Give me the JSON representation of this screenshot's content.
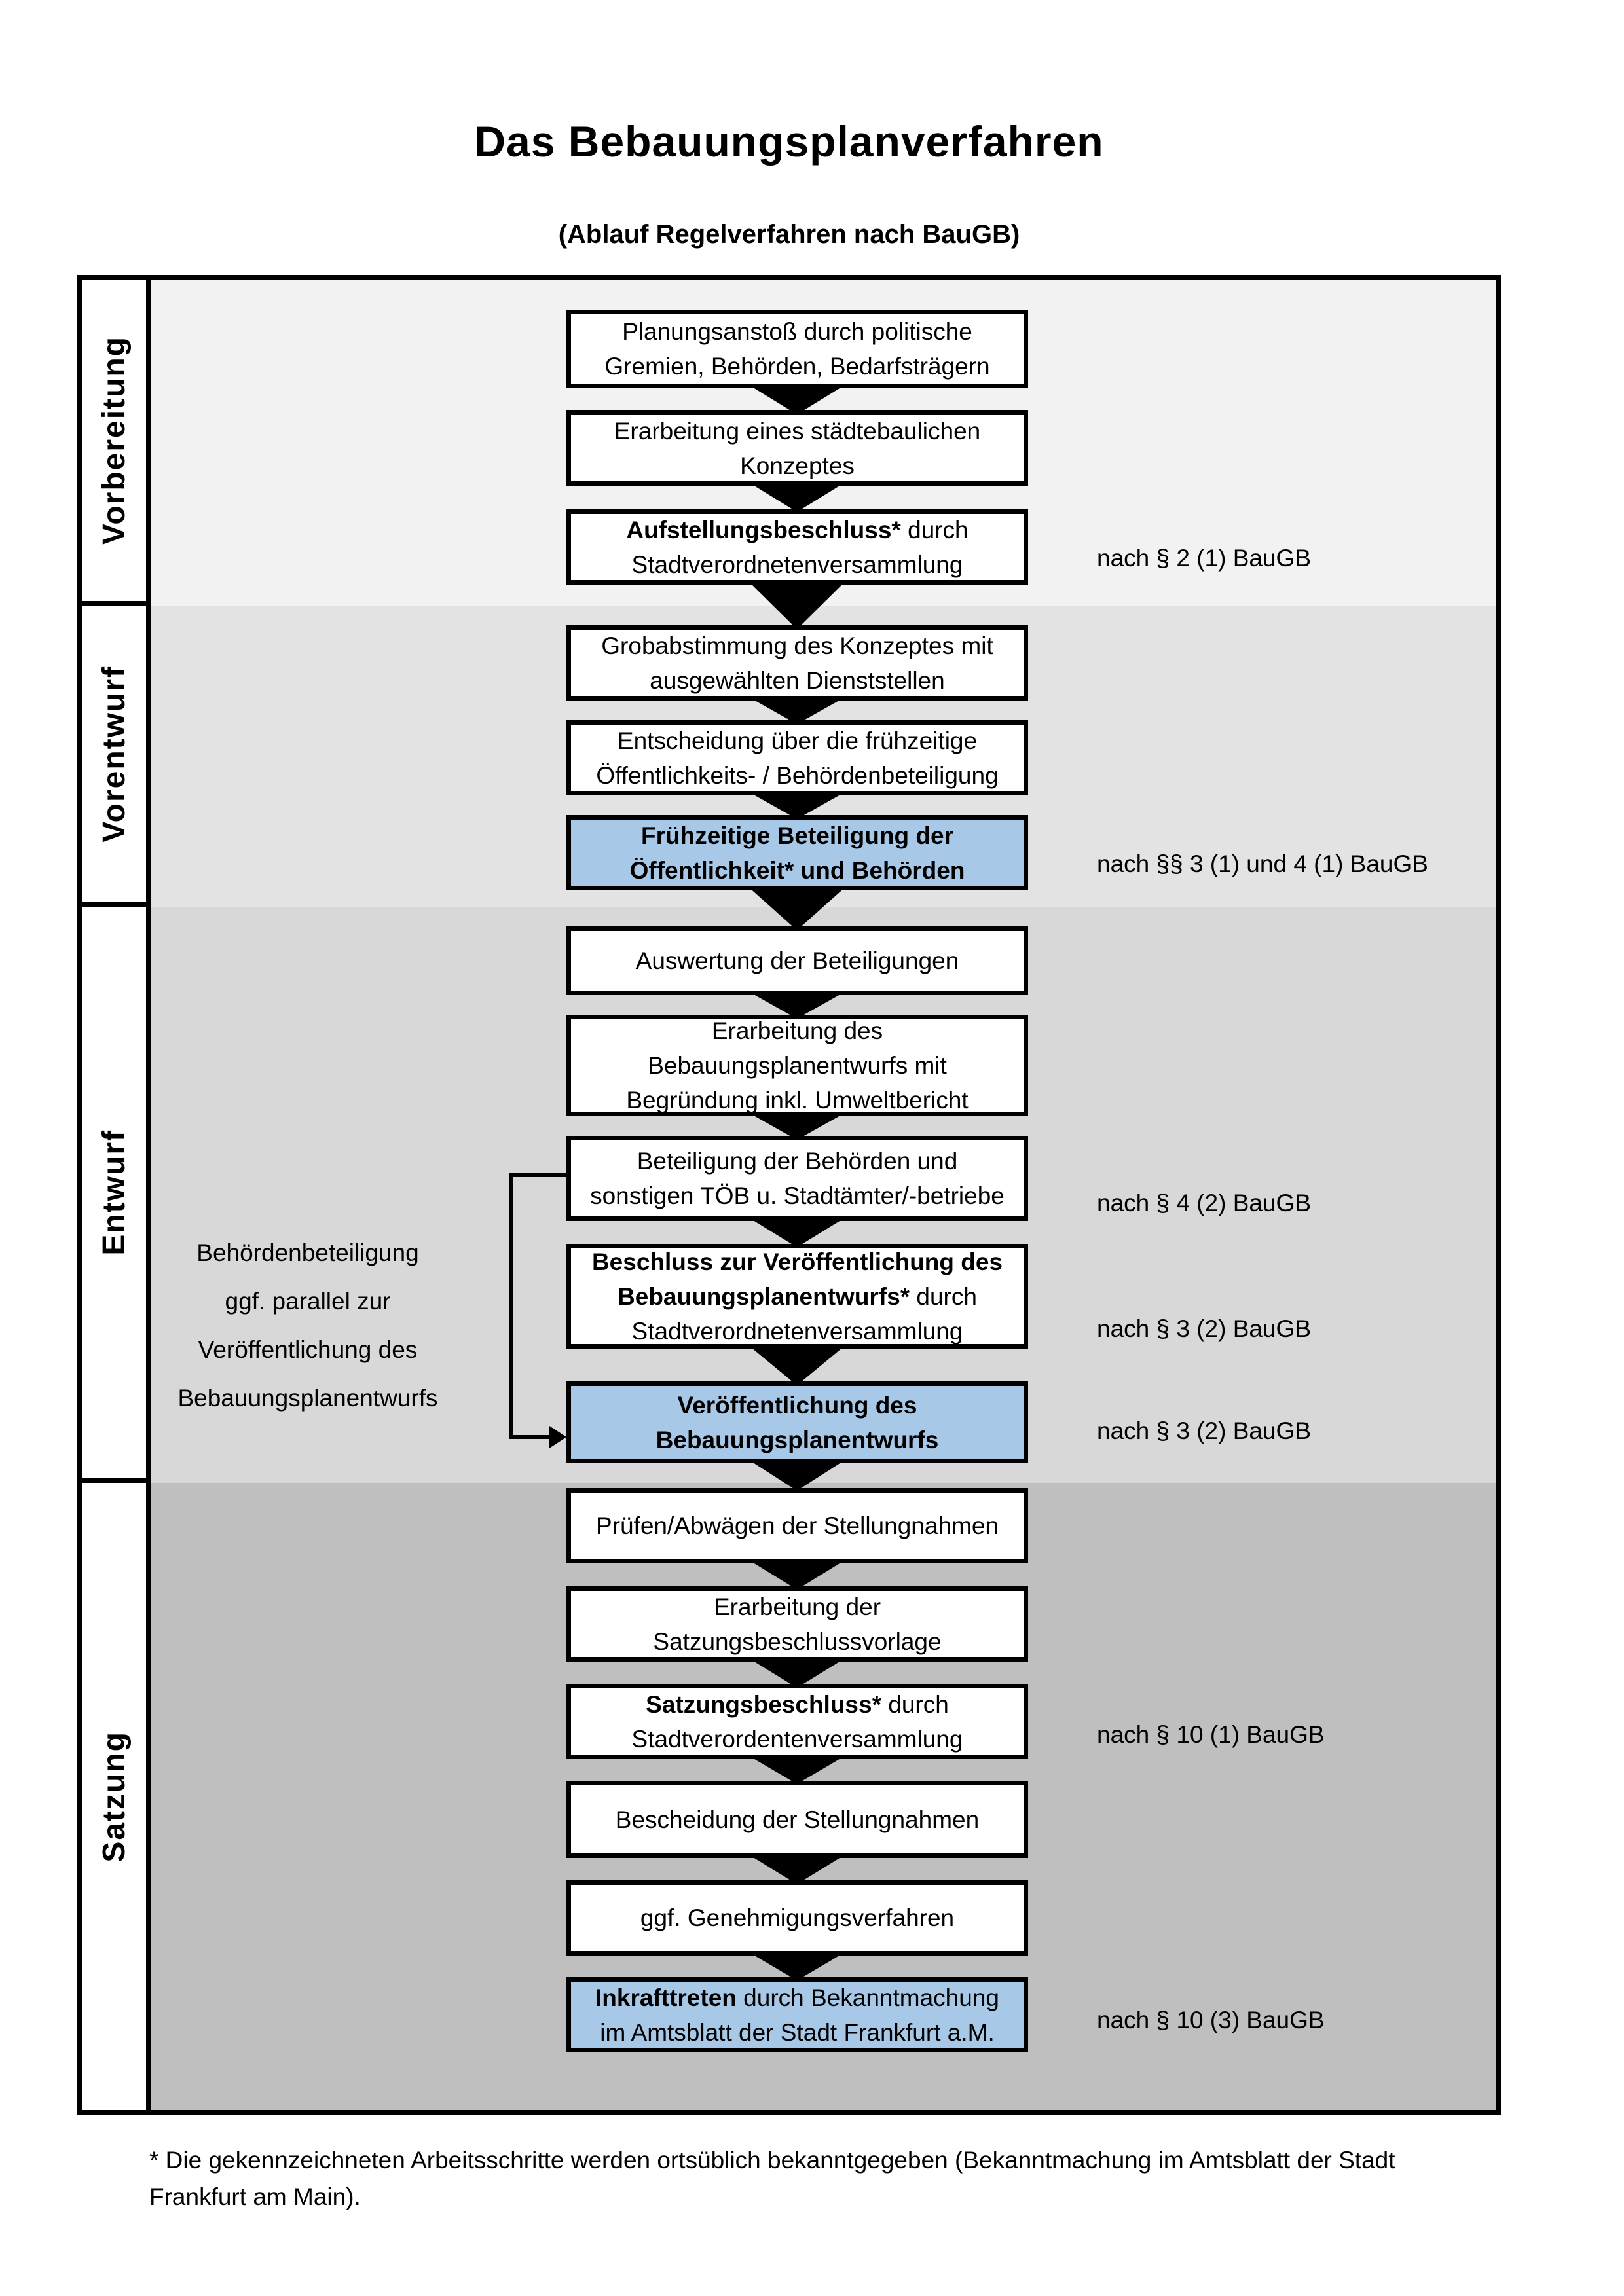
{
  "title": "Das Bebauungsplanverfahren",
  "subtitle": "(Ablauf Regelverfahren nach BauGB)",
  "colors": {
    "highlight": "#A8C8E8",
    "phase_backgrounds": [
      "#F2F2F2",
      "#E3E3E3",
      "#D8D8D8",
      "#BFBFBF"
    ]
  },
  "phases": {
    "p1": "Vorbereitung",
    "p2": "Vorentwurf",
    "p3": "Entwurf",
    "p4": "Satzung"
  },
  "boxes": {
    "b1": {
      "l1": "Planungsanstoß durch politische",
      "l2": "Gremien, Behörden, Bedarfsträgern"
    },
    "b2": {
      "l1": "Erarbeitung eines städtebaulichen",
      "l2": "Konzeptes"
    },
    "b3": {
      "l1b": "Aufstellungsbeschluss*",
      "l1r": " durch",
      "l2": "Stadtverordnetenversammlung"
    },
    "b4": {
      "l1": "Grobabstimmung des Konzeptes mit",
      "l2": "ausgewählten Dienststellen"
    },
    "b5": {
      "l1": "Entscheidung über die frühzeitige",
      "l2": "Öffentlichkeits- / Behördenbeteiligung"
    },
    "b6": {
      "l1": "Frühzeitige Beteiligung der",
      "l2": "Öffentlichkeit* und Behörden"
    },
    "b7": {
      "l1": "Auswertung der Beteiligungen"
    },
    "b8": {
      "l1": "Erarbeitung des",
      "l2": "Bebauungsplanentwurfs mit",
      "l3": "Begründung inkl. Umweltbericht"
    },
    "b9": {
      "l1": "Beteiligung der Behörden und",
      "l2": "sonstigen TÖB u. Stadtämter/-betriebe"
    },
    "b10": {
      "l1": "Beschluss zur Veröffentlichung des",
      "l2b": "Bebauungsplanentwurfs*",
      "l2r": " durch",
      "l3": "Stadtverordnetenversammlung"
    },
    "b11": {
      "l1": "Veröffentlichung des",
      "l2": "Bebauungsplanentwurfs"
    },
    "b12": {
      "l1": "Prüfen/Abwägen der Stellungnahmen"
    },
    "b13": {
      "l1": "Erarbeitung der",
      "l2": "Satzungsbeschlussvorlage"
    },
    "b14": {
      "l1b": "Satzungsbeschluss*",
      "l1r": " durch",
      "l2": "Stadtverordentenversammlung"
    },
    "b15": {
      "l1": "Bescheidung der Stellungnahmen"
    },
    "b16": {
      "l1": "ggf. Genehmigungsverfahren"
    },
    "b17": {
      "l1b": "Inkrafttreten",
      "l1r": " durch Bekanntmachung",
      "l2": "im Amtsblatt der Stadt Frankfurt a.M."
    }
  },
  "annotations": {
    "a1": "nach § 2 (1) BauGB",
    "a2": "nach §§ 3 (1) und 4 (1) BauGB",
    "a3": "nach § 4 (2) BauGB",
    "a4": "nach § 3 (2) BauGB",
    "a5": "nach § 3 (2) BauGB",
    "a6": "nach § 10 (1) BauGB",
    "a7": "nach § 10 (3) BauGB"
  },
  "side_note": {
    "l1": "Behördenbeteiligung",
    "l2": "ggf. parallel zur",
    "l3": "Veröffentlichung des",
    "l4": "Bebauungsplanentwurfs"
  },
  "footnote": "* Die gekennzeichneten Arbeitsschritte werden ortsüblich bekanntgegeben (Bekanntmachung im Amtsblatt der Stadt Frankfurt am Main)."
}
